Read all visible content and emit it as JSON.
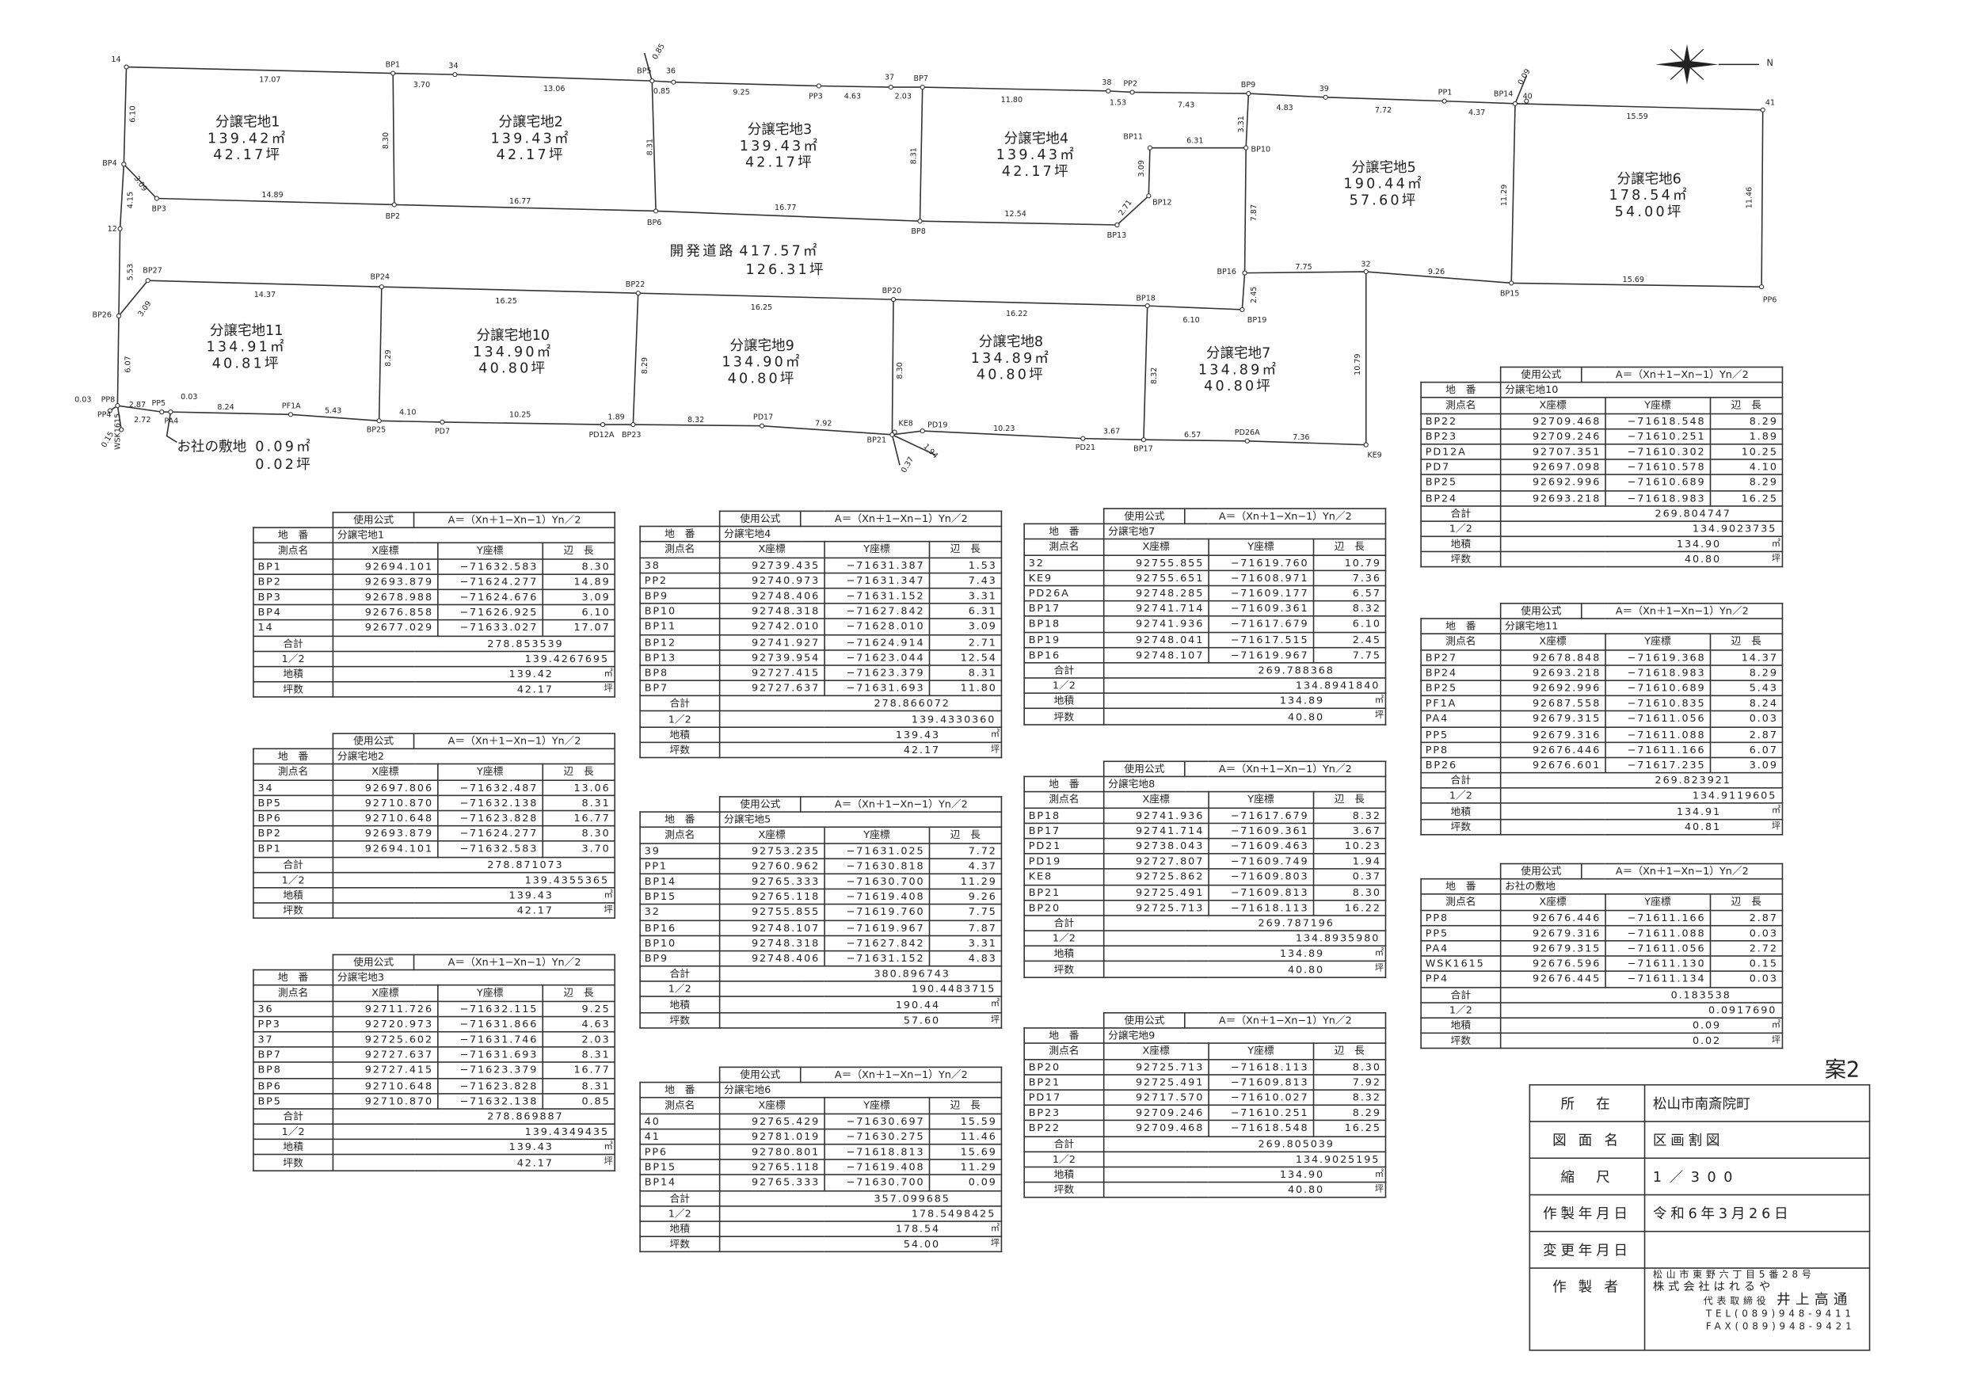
{
  "plan_id": "案2",
  "compass": {
    "north_label": "N"
  },
  "map": {
    "points": [
      "14",
      "BP1",
      "34",
      "BP5",
      "36",
      "PP3",
      "37",
      "BP7",
      "38",
      "PP2",
      "BP9",
      "39",
      "PP1",
      "BP14",
      "40",
      "41",
      "BP4",
      "BP3",
      "BP2",
      "BP6",
      "BP8",
      "BP13",
      "BP12",
      "BP11",
      "BP10",
      "12",
      "BP27",
      "BP24",
      "BP22",
      "BP20",
      "BP18",
      "BP16",
      "32",
      "BP15",
      "PP6",
      "BP19",
      "BP26",
      "PP8",
      "PP4",
      "PP5",
      "PA4",
      "PF1A",
      "BP25",
      "PD7",
      "PD12A",
      "BP23",
      "PD17",
      "KE8",
      "BP21",
      "PD19",
      "PD21",
      "BP17",
      "PD26A",
      "KE9",
      "WSK1615"
    ],
    "lengths": [
      "17.07",
      "3.70",
      "13.06",
      "0.85",
      "0.85",
      "9.25",
      "4.63",
      "2.03",
      "11.80",
      "1.53",
      "7.43",
      "4.83",
      "7.72",
      "4.37",
      "0.09",
      "15.59",
      "6.10",
      "3.09",
      "4.15",
      "14.89",
      "8.30",
      "16.77",
      "8.31",
      "16.77",
      "8.31",
      "12.54",
      "6.31",
      "3.09",
      "2.71",
      "3.31",
      "7.87",
      "11.29",
      "11.46",
      "5.53",
      "3.09",
      "14.37",
      "16.25",
      "16.25",
      "16.22",
      "6.10",
      "2.45",
      "7.75",
      "9.26",
      "15.69",
      "8.29",
      "8.29",
      "8.30",
      "8.32",
      "10.79",
      "6.07",
      "0.03",
      "2.87",
      "0.03",
      "2.72",
      "8.24",
      "5.43",
      "4.10",
      "10.25",
      "1.89",
      "8.32",
      "7.92",
      "10.23",
      "3.67",
      "6.57",
      "7.36",
      "1.94",
      "0.37",
      "0.15"
    ],
    "lots": [
      {
        "name": "分譲宅地1",
        "area_m2": "139.42㎡",
        "area_tsubo": "42.17坪"
      },
      {
        "name": "分譲宅地2",
        "area_m2": "139.43㎡",
        "area_tsubo": "42.17坪"
      },
      {
        "name": "分譲宅地3",
        "area_m2": "139.43㎡",
        "area_tsubo": "42.17坪"
      },
      {
        "name": "分譲宅地4",
        "area_m2": "139.43㎡",
        "area_tsubo": "42.17坪"
      },
      {
        "name": "分譲宅地5",
        "area_m2": "190.44㎡",
        "area_tsubo": "57.60坪"
      },
      {
        "name": "分譲宅地6",
        "area_m2": "178.54㎡",
        "area_tsubo": "54.00坪"
      },
      {
        "name": "分譲宅地7",
        "area_m2": "134.89㎡",
        "area_tsubo": "40.80坪"
      },
      {
        "name": "分譲宅地8",
        "area_m2": "134.89㎡",
        "area_tsubo": "40.80坪"
      },
      {
        "name": "分譲宅地9",
        "area_m2": "134.90㎡",
        "area_tsubo": "40.80坪"
      },
      {
        "name": "分譲宅地10",
        "area_m2": "134.90㎡",
        "area_tsubo": "40.80坪"
      },
      {
        "name": "分譲宅地11",
        "area_m2": "134.91㎡",
        "area_tsubo": "40.81坪"
      }
    ],
    "road": {
      "name": "開発道路",
      "area_m2": "417.57㎡",
      "area_tsubo": "126.31坪"
    },
    "shrine": {
      "name": "お社の敷地",
      "area_m2": "0.09㎡",
      "area_tsubo": "0.02坪"
    }
  },
  "table_labels": {
    "formula_label": "使用公式",
    "formula": "A＝（Xn＋1−Xn−1）Yn／2",
    "lot_label": "地　番",
    "col_point": "測点名",
    "col_x": "X座標",
    "col_y": "Y座標",
    "col_len": "辺　長",
    "total": "合計",
    "half": "1／2",
    "area": "地積",
    "tsubo": "坪数",
    "unit_m2": "㎡",
    "unit_tsubo": "坪"
  },
  "tables": [
    {
      "lot": "分譲宅地1",
      "rows": [
        [
          "BP1",
          "92694.101",
          "−71632.583",
          "8.30"
        ],
        [
          "BP2",
          "92693.879",
          "−71624.277",
          "14.89"
        ],
        [
          "BP3",
          "92678.988",
          "−71624.676",
          "3.09"
        ],
        [
          "BP4",
          "92676.858",
          "−71626.925",
          "6.10"
        ],
        [
          "14",
          "92677.029",
          "−71633.027",
          "17.07"
        ]
      ],
      "total": "278.853539",
      "half": "139.4267695",
      "area": "139.42",
      "tsubo": "42.17"
    },
    {
      "lot": "分譲宅地2",
      "rows": [
        [
          "34",
          "92697.806",
          "−71632.487",
          "13.06"
        ],
        [
          "BP5",
          "92710.870",
          "−71632.138",
          "8.31"
        ],
        [
          "BP6",
          "92710.648",
          "−71623.828",
          "16.77"
        ],
        [
          "BP2",
          "92693.879",
          "−71624.277",
          "8.30"
        ],
        [
          "BP1",
          "92694.101",
          "−71632.583",
          "3.70"
        ]
      ],
      "total": "278.871073",
      "half": "139.4355365",
      "area": "139.43",
      "tsubo": "42.17"
    },
    {
      "lot": "分譲宅地3",
      "rows": [
        [
          "36",
          "92711.726",
          "−71632.115",
          "9.25"
        ],
        [
          "PP3",
          "92720.973",
          "−71631.866",
          "4.63"
        ],
        [
          "37",
          "92725.602",
          "−71631.746",
          "2.03"
        ],
        [
          "BP7",
          "92727.637",
          "−71631.693",
          "8.31"
        ],
        [
          "BP8",
          "92727.415",
          "−71623.379",
          "16.77"
        ],
        [
          "BP6",
          "92710.648",
          "−71623.828",
          "8.31"
        ],
        [
          "BP5",
          "92710.870",
          "−71632.138",
          "0.85"
        ]
      ],
      "total": "278.869887",
      "half": "139.4349435",
      "area": "139.43",
      "tsubo": "42.17"
    },
    {
      "lot": "分譲宅地4",
      "rows": [
        [
          "38",
          "92739.435",
          "−71631.387",
          "1.53"
        ],
        [
          "PP2",
          "92740.973",
          "−71631.347",
          "7.43"
        ],
        [
          "BP9",
          "92748.406",
          "−71631.152",
          "3.31"
        ],
        [
          "BP10",
          "92748.318",
          "−71627.842",
          "6.31"
        ],
        [
          "BP11",
          "92742.010",
          "−71628.010",
          "3.09"
        ],
        [
          "BP12",
          "92741.927",
          "−71624.914",
          "2.71"
        ],
        [
          "BP13",
          "92739.954",
          "−71623.044",
          "12.54"
        ],
        [
          "BP8",
          "92727.415",
          "−71623.379",
          "8.31"
        ],
        [
          "BP7",
          "92727.637",
          "−71631.693",
          "11.80"
        ]
      ],
      "total": "278.866072",
      "half": "139.4330360",
      "area": "139.43",
      "tsubo": "42.17"
    },
    {
      "lot": "分譲宅地5",
      "rows": [
        [
          "39",
          "92753.235",
          "−71631.025",
          "7.72"
        ],
        [
          "PP1",
          "92760.962",
          "−71630.818",
          "4.37"
        ],
        [
          "BP14",
          "92765.333",
          "−71630.700",
          "11.29"
        ],
        [
          "BP15",
          "92765.118",
          "−71619.408",
          "9.26"
        ],
        [
          "32",
          "92755.855",
          "−71619.760",
          "7.75"
        ],
        [
          "BP16",
          "92748.107",
          "−71619.967",
          "7.87"
        ],
        [
          "BP10",
          "92748.318",
          "−71627.842",
          "3.31"
        ],
        [
          "BP9",
          "92748.406",
          "−71631.152",
          "4.83"
        ]
      ],
      "total": "380.896743",
      "half": "190.4483715",
      "area": "190.44",
      "tsubo": "57.60"
    },
    {
      "lot": "分譲宅地6",
      "rows": [
        [
          "40",
          "92765.429",
          "−71630.697",
          "15.59"
        ],
        [
          "41",
          "92781.019",
          "−71630.275",
          "11.46"
        ],
        [
          "PP6",
          "92780.801",
          "−71618.813",
          "15.69"
        ],
        [
          "BP15",
          "92765.118",
          "−71619.408",
          "11.29"
        ],
        [
          "BP14",
          "92765.333",
          "−71630.700",
          "0.09"
        ]
      ],
      "total": "357.099685",
      "half": "178.5498425",
      "area": "178.54",
      "tsubo": "54.00"
    },
    {
      "lot": "分譲宅地7",
      "rows": [
        [
          "32",
          "92755.855",
          "−71619.760",
          "10.79"
        ],
        [
          "KE9",
          "92755.651",
          "−71608.971",
          "7.36"
        ],
        [
          "PD26A",
          "92748.285",
          "−71609.177",
          "6.57"
        ],
        [
          "BP17",
          "92741.714",
          "−71609.361",
          "8.32"
        ],
        [
          "BP18",
          "92741.936",
          "−71617.679",
          "6.10"
        ],
        [
          "BP19",
          "92748.041",
          "−71617.515",
          "2.45"
        ],
        [
          "BP16",
          "92748.107",
          "−71619.967",
          "7.75"
        ]
      ],
      "total": "269.788368",
      "half": "134.8941840",
      "area": "134.89",
      "tsubo": "40.80"
    },
    {
      "lot": "分譲宅地8",
      "rows": [
        [
          "BP18",
          "92741.936",
          "−71617.679",
          "8.32"
        ],
        [
          "BP17",
          "92741.714",
          "−71609.361",
          "3.67"
        ],
        [
          "PD21",
          "92738.043",
          "−71609.463",
          "10.23"
        ],
        [
          "PD19",
          "92727.807",
          "−71609.749",
          "1.94"
        ],
        [
          "KE8",
          "92725.862",
          "−71609.803",
          "0.37"
        ],
        [
          "BP21",
          "92725.491",
          "−71609.813",
          "8.30"
        ],
        [
          "BP20",
          "92725.713",
          "−71618.113",
          "16.22"
        ]
      ],
      "total": "269.787196",
      "half": "134.8935980",
      "area": "134.89",
      "tsubo": "40.80"
    },
    {
      "lot": "分譲宅地9",
      "rows": [
        [
          "BP20",
          "92725.713",
          "−71618.113",
          "8.30"
        ],
        [
          "BP21",
          "92725.491",
          "−71609.813",
          "7.92"
        ],
        [
          "PD17",
          "92717.570",
          "−71610.027",
          "8.32"
        ],
        [
          "BP23",
          "92709.246",
          "−71610.251",
          "8.29"
        ],
        [
          "BP22",
          "92709.468",
          "−71618.548",
          "16.25"
        ]
      ],
      "total": "269.805039",
      "half": "134.9025195",
      "area": "134.90",
      "tsubo": "40.80"
    },
    {
      "lot": "分譲宅地10",
      "rows": [
        [
          "BP22",
          "92709.468",
          "−71618.548",
          "8.29"
        ],
        [
          "BP23",
          "92709.246",
          "−71610.251",
          "1.89"
        ],
        [
          "PD12A",
          "92707.351",
          "−71610.302",
          "10.25"
        ],
        [
          "PD7",
          "92697.098",
          "−71610.578",
          "4.10"
        ],
        [
          "BP25",
          "92692.996",
          "−71610.689",
          "8.29"
        ],
        [
          "BP24",
          "92693.218",
          "−71618.983",
          "16.25"
        ]
      ],
      "total": "269.804747",
      "half": "134.9023735",
      "area": "134.90",
      "tsubo": "40.80"
    },
    {
      "lot": "分譲宅地11",
      "rows": [
        [
          "BP27",
          "92678.848",
          "−71619.368",
          "14.37"
        ],
        [
          "BP24",
          "92693.218",
          "−71618.983",
          "8.29"
        ],
        [
          "BP25",
          "92692.996",
          "−71610.689",
          "5.43"
        ],
        [
          "PF1A",
          "92687.558",
          "−71610.835",
          "8.24"
        ],
        [
          "PA4",
          "92679.315",
          "−71611.056",
          "0.03"
        ],
        [
          "PP5",
          "92679.316",
          "−71611.088",
          "2.87"
        ],
        [
          "PP8",
          "92676.446",
          "−71611.166",
          "6.07"
        ],
        [
          "BP26",
          "92676.601",
          "−71617.235",
          "3.09"
        ]
      ],
      "total": "269.823921",
      "half": "134.9119605",
      "area": "134.91",
      "tsubo": "40.81"
    },
    {
      "lot": "お社の敷地",
      "rows": [
        [
          "PP8",
          "92676.446",
          "−71611.166",
          "2.87"
        ],
        [
          "PP5",
          "92679.316",
          "−71611.088",
          "0.03"
        ],
        [
          "PA4",
          "92679.315",
          "−71611.056",
          "2.72"
        ],
        [
          "WSK1615",
          "92676.596",
          "−71611.130",
          "0.15"
        ],
        [
          "PP4",
          "92676.445",
          "−71611.134",
          "0.03"
        ]
      ],
      "total": "0.183538",
      "half": "0.0917690",
      "area": "0.09",
      "tsubo": "0.02"
    }
  ],
  "title_block": {
    "location_label": "所　在",
    "location": "松山市南斎院町",
    "drawing_label": "図 面 名",
    "drawing": "区画割図",
    "scale_label": "縮　尺",
    "scale": "1／300",
    "created_label": "作製年月日",
    "created": "令和6年3月26日",
    "changed_label": "変更年月日",
    "changed": "",
    "maker_label": "作 製 者",
    "maker_address": "松山市東野六丁目5番28号",
    "maker_company": "株式会社はれるや",
    "maker_rep_title": "代表取締役",
    "maker_rep_name": "井上高通",
    "maker_tel": "TEL(089)948-9411",
    "maker_fax": "FAX(089)948-9421"
  }
}
